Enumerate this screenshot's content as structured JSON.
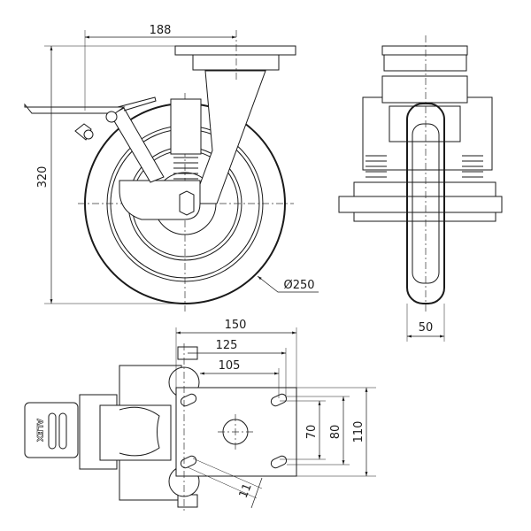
{
  "drawing": {
    "side_view": {
      "width_dim": "188",
      "height_dim": "320",
      "diameter_dim": "Ø250"
    },
    "front_view": {
      "wheel_width_dim": "50"
    },
    "top_view": {
      "plate_length_dim": "150",
      "hole_spacing_outer_dim": "125",
      "hole_spacing_inner_dim": "105",
      "hole_spacing_y_inner_dim": "70",
      "hole_spacing_y_outer_dim": "80",
      "plate_width_dim": "110",
      "slot_width_dim": "11",
      "brake_pedal_logo": "ALEX"
    }
  }
}
